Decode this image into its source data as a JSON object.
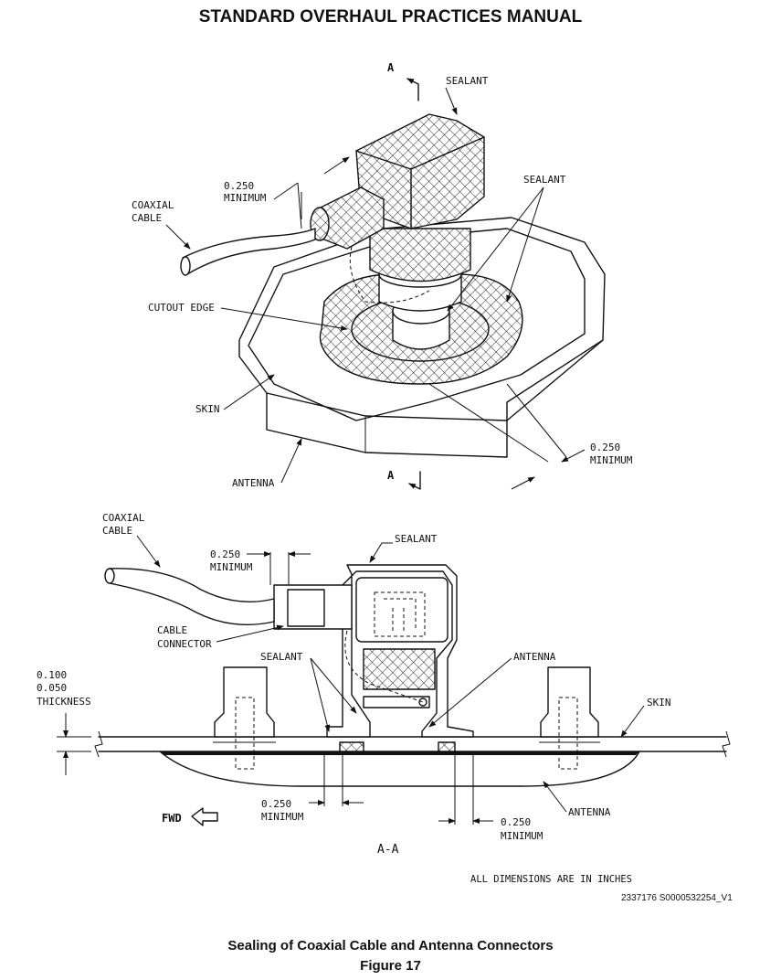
{
  "header": {
    "title": "STANDARD OVERHAUL PRACTICES MANUAL"
  },
  "top_view": {
    "section_mark_top": "A",
    "section_mark_bottom": "A",
    "sealant_top": "SEALANT",
    "sealant_right": "SEALANT",
    "dim_left_value": "0.250",
    "dim_left_min": "MINIMUM",
    "coax_line1": "COAXIAL",
    "coax_line2": "CABLE",
    "cutout_edge": "CUTOUT EDGE",
    "skin": "SKIN",
    "antenna": "ANTENNA",
    "dim_right_value": "0.250",
    "dim_right_min": "MINIMUM"
  },
  "section_view": {
    "coax_line1": "COAXIAL",
    "coax_line2": "CABLE",
    "dim_top_value": "0.250",
    "dim_top_min": "MINIMUM",
    "sealant_top": "SEALANT",
    "cable_conn_line1": "CABLE",
    "cable_conn_line2": "CONNECTOR",
    "sealant_left": "SEALANT",
    "antenna_top": "ANTENNA",
    "thick_line1": "0.100",
    "thick_line2": "0.050",
    "thick_line3": "THICKNESS",
    "skin": "SKIN",
    "dim_bl_value": "0.250",
    "dim_bl_min": "MINIMUM",
    "fwd": "FWD",
    "antenna_bottom": "ANTENNA",
    "dim_br_value": "0.250",
    "dim_br_min": "MINIMUM",
    "section_label": "A-A"
  },
  "note": "ALL DIMENSIONS ARE IN INCHES",
  "figure_id": "2337176 S0000532254_V1",
  "caption": {
    "title": "Sealing of Coaxial Cable and Antenna Connectors",
    "figure": "Figure 17"
  }
}
